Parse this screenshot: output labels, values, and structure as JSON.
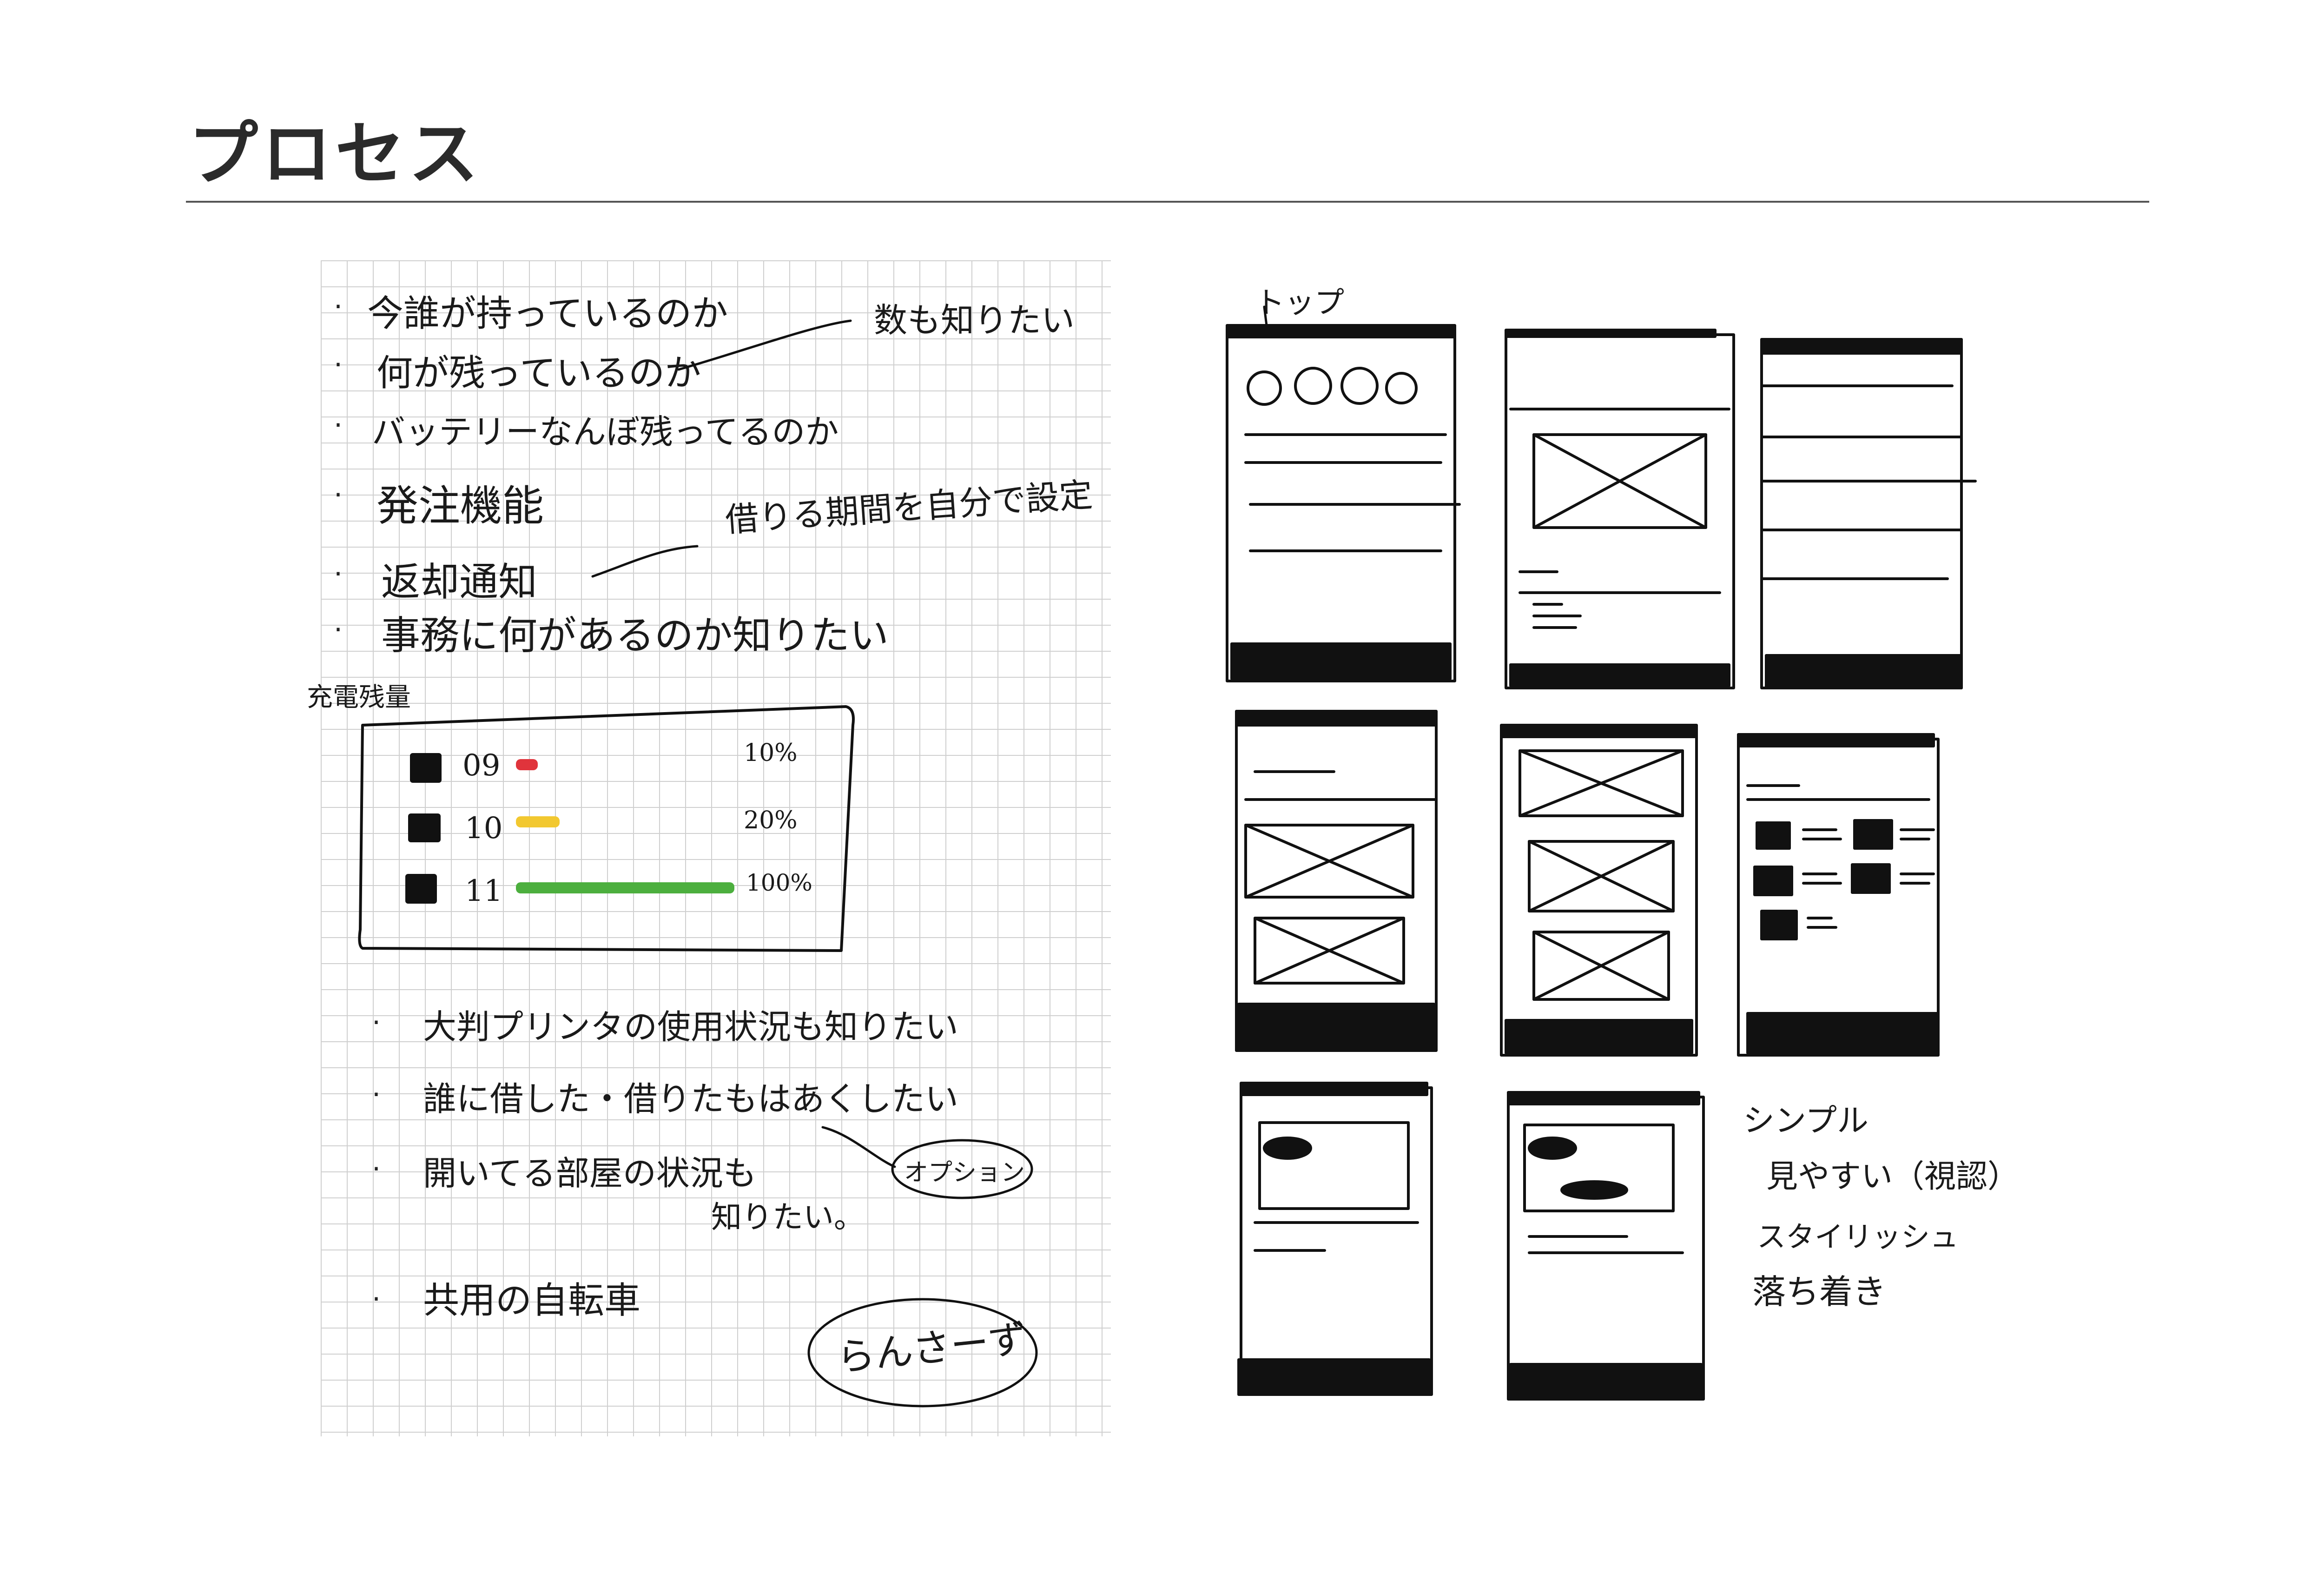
{
  "header": {
    "title": "プロセス"
  },
  "notes": {
    "items": [
      "今誰が持っているのか",
      "何が残っているのか",
      "バッテリーなんぼ残ってるのか",
      "発注機能",
      "返却通知",
      "事務に何があるのか知りたい"
    ],
    "annotation_count": "数も知りたい",
    "annotation_period": "借りる期間を自分で設定",
    "battery_section": {
      "heading": "充電残量",
      "rows": [
        {
          "id": "09",
          "percent_label": "10%",
          "level": 0.1,
          "color": "#e0343c"
        },
        {
          "id": "10",
          "percent_label": "20%",
          "level": 0.2,
          "color": "#f2c830"
        },
        {
          "id": "11",
          "percent_label": "100%",
          "level": 1.0,
          "color": "#4caf3e"
        }
      ]
    },
    "items_lower": [
      "大判プリンタの使用状況も知りたい",
      "誰に借した・借りたもはあくしたい",
      "開いてる部屋の状況も",
      "共用の自転車"
    ],
    "lower_continuation": "知りたい。",
    "option_label": "オプション",
    "signature": "らんさーず"
  },
  "wireframes": {
    "top_label": "トップ",
    "keywords": [
      "シンプル",
      "見やすい（視認）",
      "スタイリッシュ",
      "落ち着き"
    ]
  }
}
